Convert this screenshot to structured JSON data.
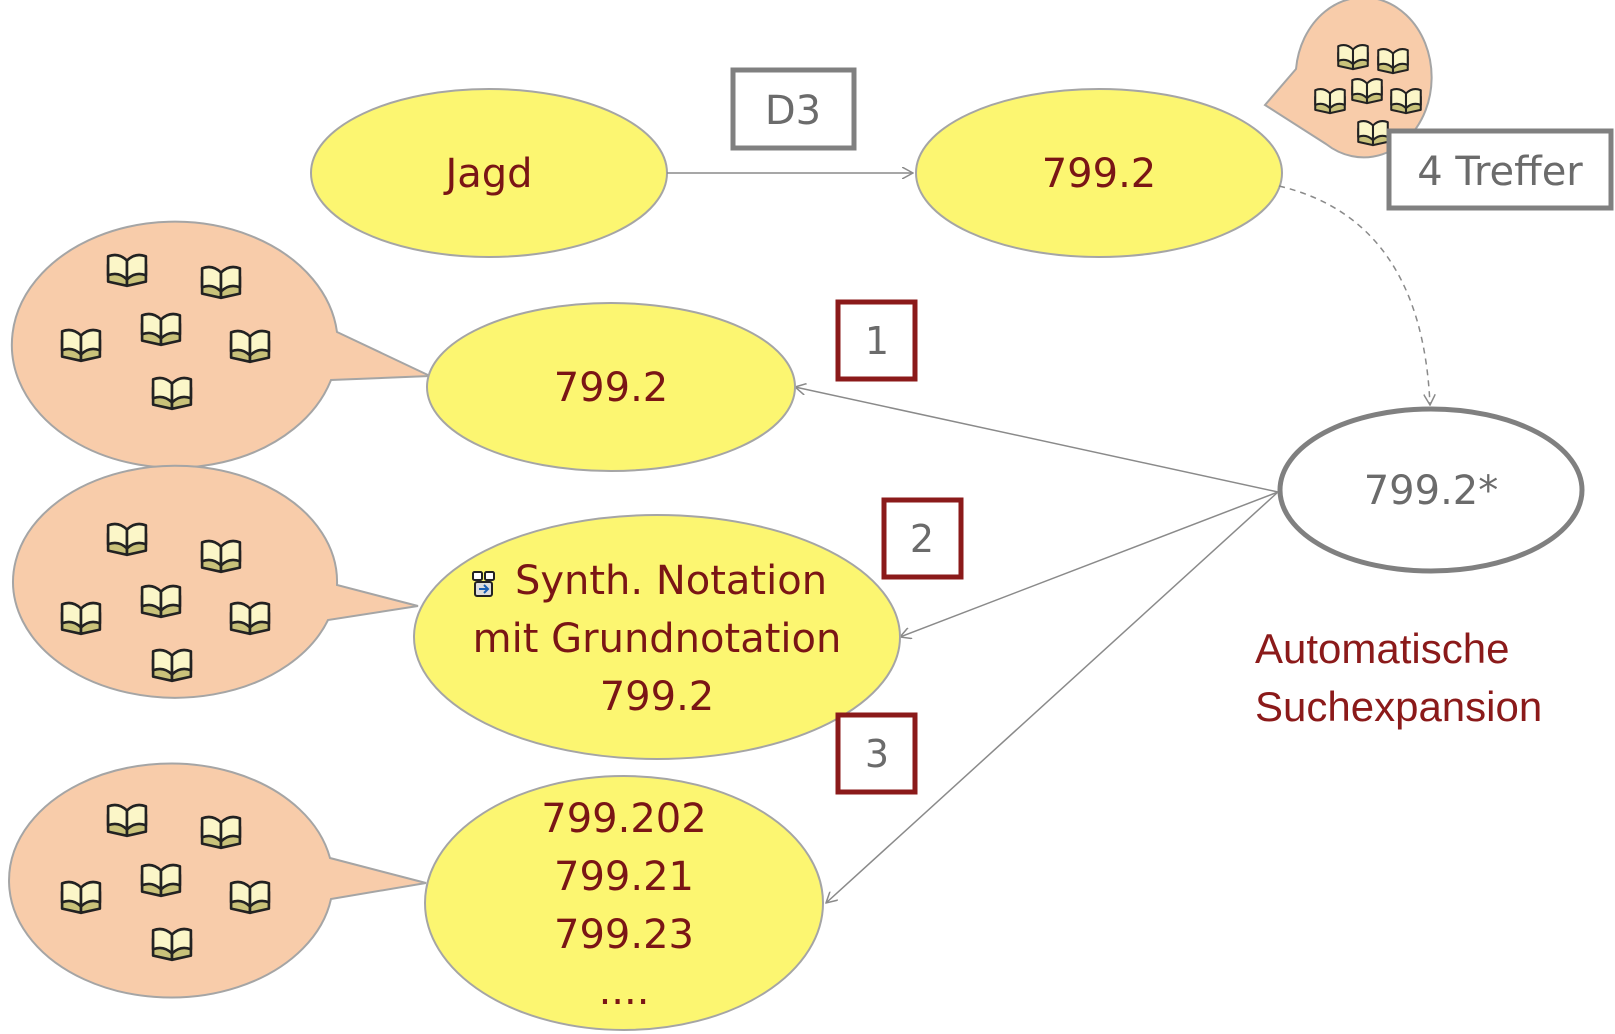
{
  "nodes": {
    "jagd": "Jagd",
    "d3": "D3",
    "notation_top": "799.2",
    "treffer": "4 Treffer",
    "notation_row1": "799.2",
    "expansion": "799.2*",
    "synth_line1": "Synth. Notation",
    "synth_line2": "mit Grundnotation",
    "synth_line3": "799.2",
    "sub_line1": "799.202",
    "sub_line2": "799.21",
    "sub_line3": "799.23",
    "sub_line4": "...."
  },
  "badges": {
    "one": "1",
    "two": "2",
    "three": "3"
  },
  "caption": {
    "line1": "Automatische",
    "line2": "Suchexpansion"
  },
  "icons": {
    "book": "book-icon",
    "synthesis": "synthesis-icon"
  },
  "colors": {
    "ellipse_fill": "#fcf671",
    "bubble_fill": "#f8ccaa",
    "text_dark_red": "#7a1515",
    "badge_border": "#8b1a1a",
    "gray": "#808080"
  }
}
